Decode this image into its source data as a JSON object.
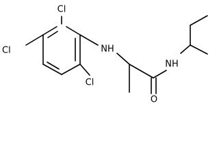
{
  "molecule": {
    "labels": {
      "cl_top": "Cl",
      "cl_left": "Cl",
      "cl_bottom": "Cl",
      "nh_aryl": "NH",
      "nh_amide": "NH",
      "oxygen": "O"
    }
  },
  "colors": {
    "bond": "#000000",
    "text": "#000000",
    "background": "#ffffff"
  }
}
